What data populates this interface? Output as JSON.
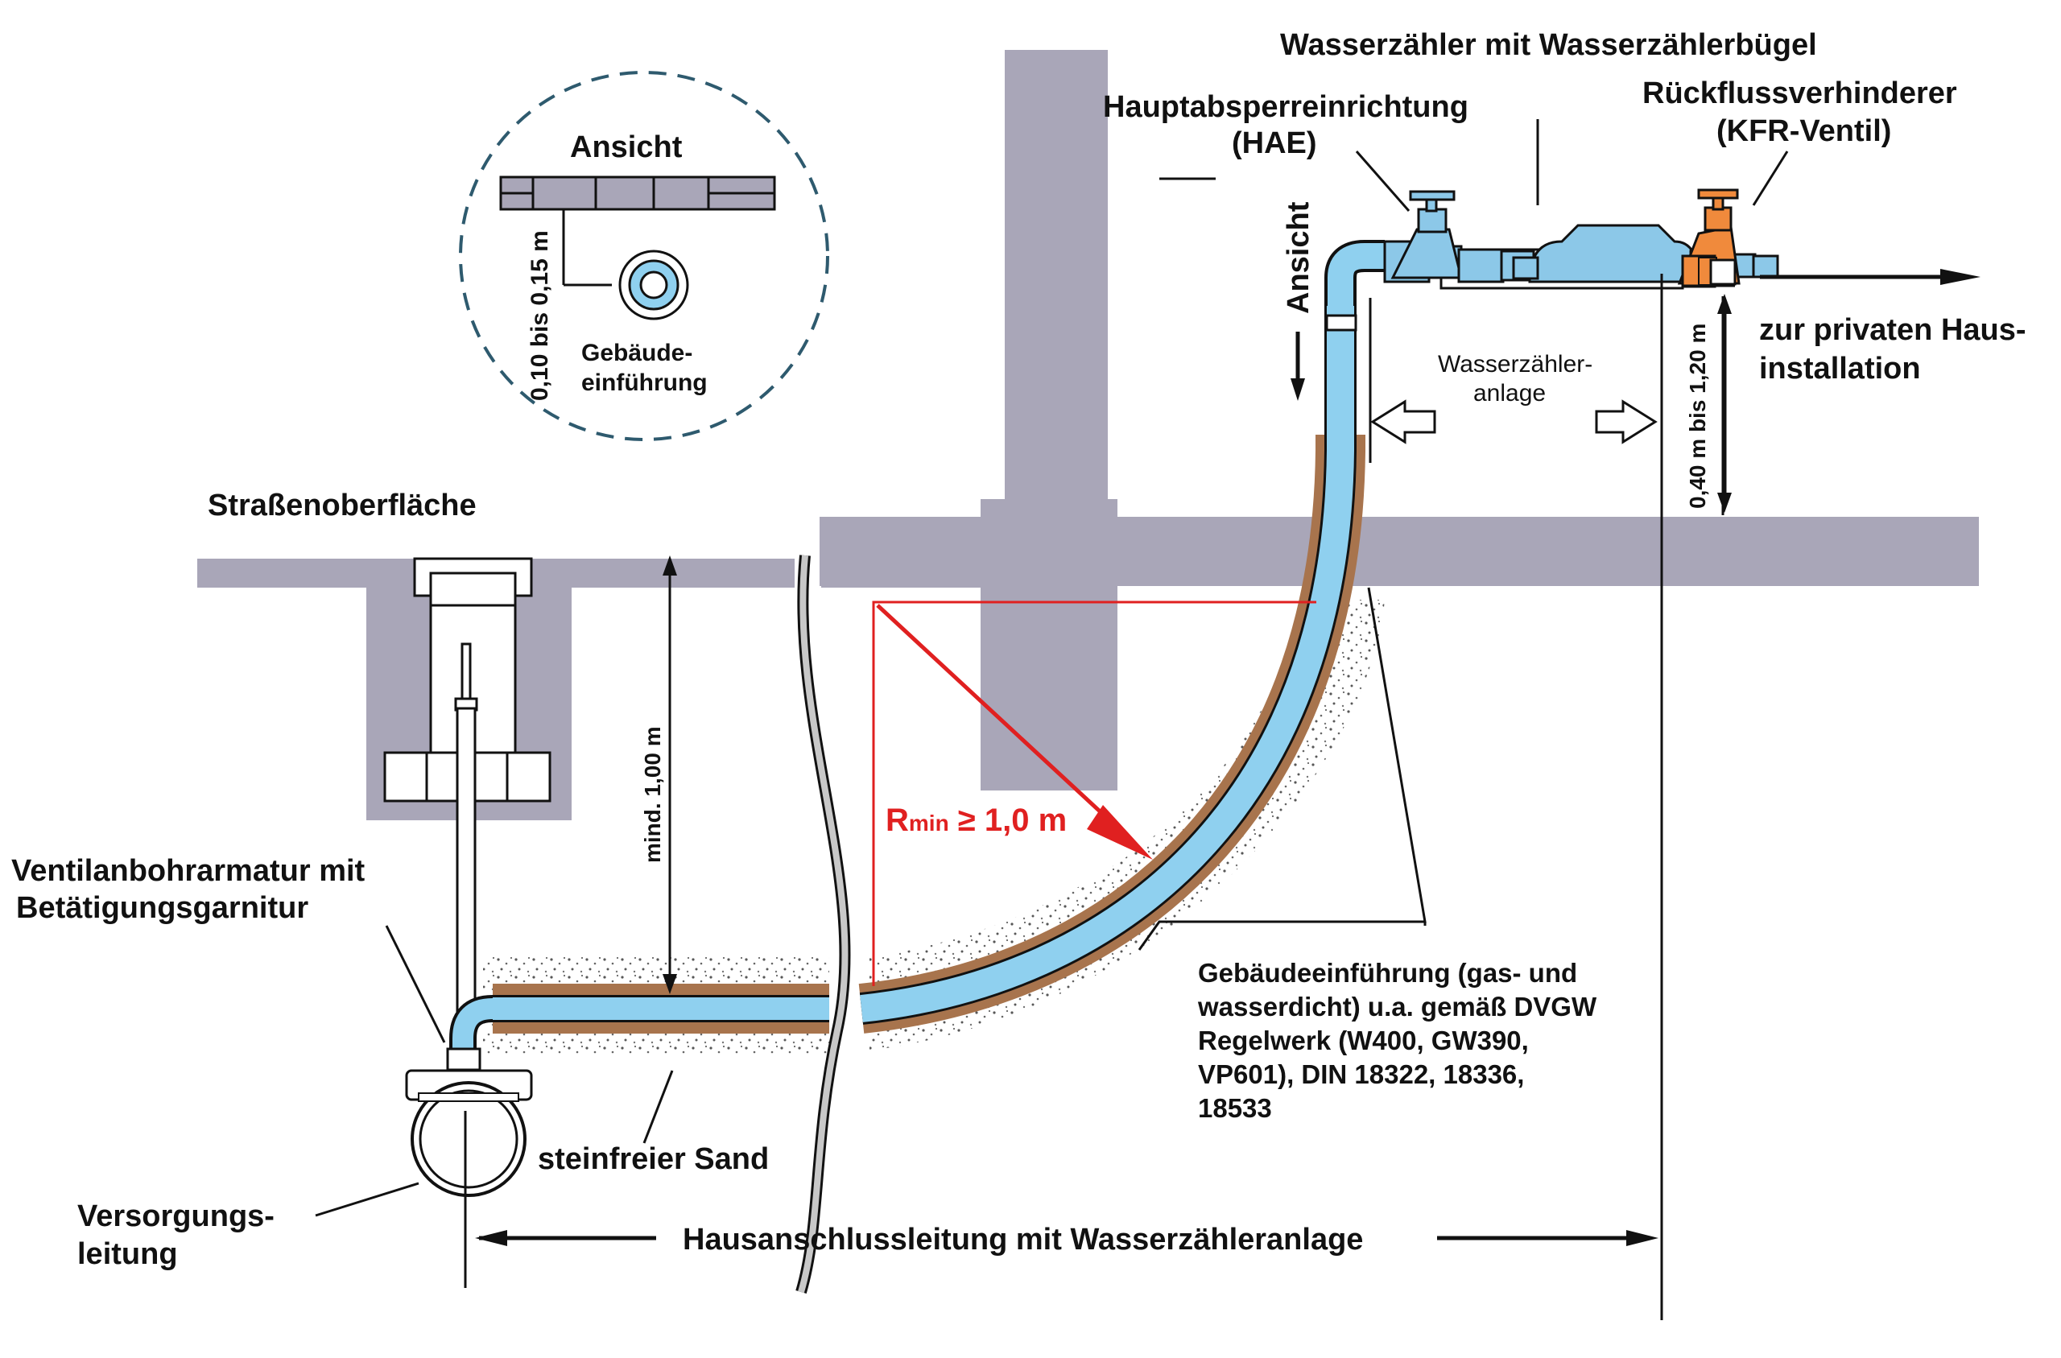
{
  "labels": {
    "water_meter": "Wasserzähler mit Wasserzählerbügel",
    "hae_line1": "Hauptabsperreinrichtung",
    "hae_line2": "(HAE)",
    "backflow_line1": "Rückflussverhinderer",
    "backflow_line2": "(KFR-Ventil)",
    "view_top": "Ansicht",
    "view_side": "Ansicht",
    "distance_small": "0,10 bis 0,15 m",
    "building_entry_line1": "Gebäude-",
    "building_entry_line2": "einführung",
    "street_surface": "Straßenoberfläche",
    "private_line1": "zur privaten Haus-",
    "private_line2": "installation",
    "meter_unit_line1": "Wasserzähler-",
    "meter_unit_line2": "anlage",
    "height_range": "0,40 m bis 1,20 m",
    "min_depth": "mind. 1,00 m",
    "radius_main": "R",
    "radius_sub": "min",
    "radius_value": " ≥ 1,0 m",
    "tapping_line1": "Ventilanbohrarmatur mit",
    "tapping_line2": "Betätigungsgarnitur",
    "entry_spec_lines": [
      "Gebäudeeinführung (gas- und",
      "wasserdicht) u.a. gemäß DVGW",
      "Regelwerk (W400, GW390,",
      "VP601), DIN 18322, 18336,",
      "18533"
    ],
    "sand": "steinfreier Sand",
    "supply_line1": "Versorgungs-",
    "supply_line2": "leitung",
    "service_line": "Hausanschlussleitung mit Wasserzähleranlage"
  },
  "colors": {
    "wall": "#a9a6b8",
    "pipe": "#8fd0ef",
    "sleeve": "#a8744d",
    "valve_blue": "#8cc8e8",
    "valve_orange": "#f08a3c",
    "dimension_red": "#e02020",
    "ink": "#111111"
  }
}
